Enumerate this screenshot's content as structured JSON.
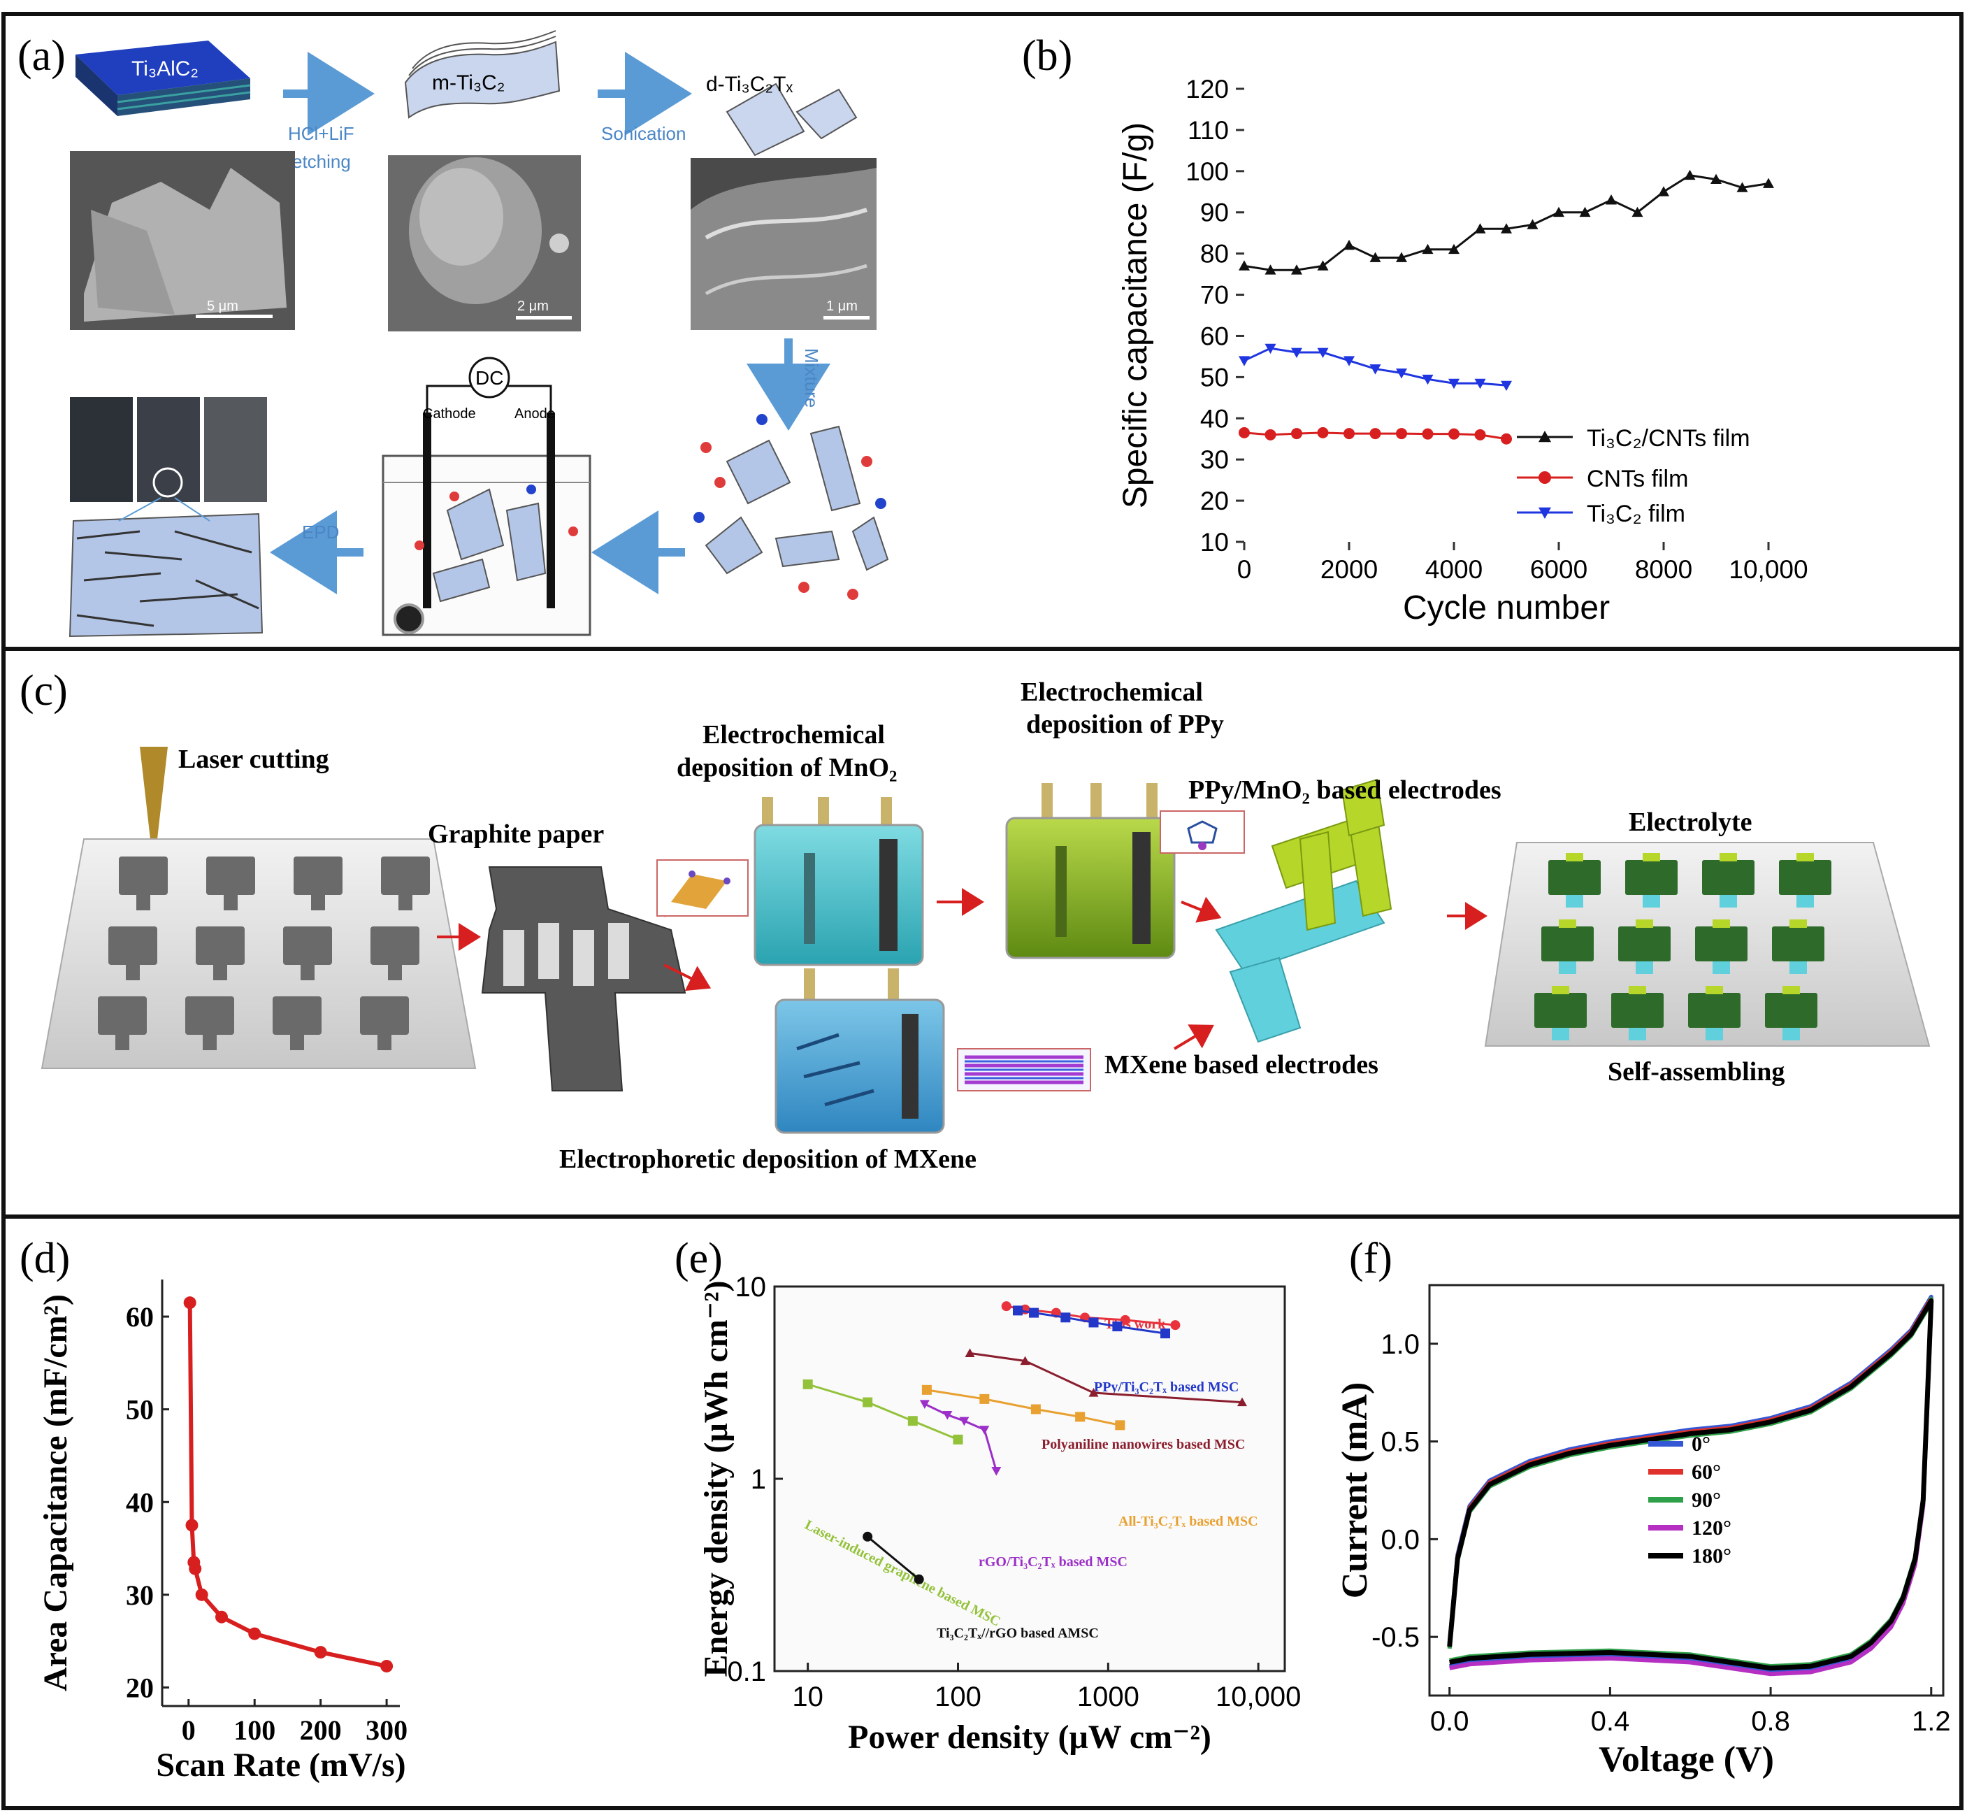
{
  "panels": {
    "a": {
      "label": "(a)",
      "block_label": "Ti₃AlC₂",
      "m_label": "m-Ti₃C₂",
      "d_label": "d-Ti₃C₂Tₓ",
      "etch_1": "HCl+LiF",
      "etch_2": "etching",
      "sonication": "Sonication",
      "mixture": "Mixture",
      "epd": "EPD",
      "dc": "DC",
      "cathode": "Cathode",
      "anode": "Anode",
      "scale_1": "5 μm",
      "scale_2": "2 μm",
      "scale_3": "1 μm"
    },
    "b": {
      "label": "(b)"
    },
    "c": {
      "label": "(c)",
      "laser_cutting": "Laser cutting",
      "graphite_paper": "Graphite paper",
      "mno2_1": "Electrochemical",
      "mno2_2": "deposition of MnO₂",
      "ppy_1": "Electrochemical",
      "ppy_2": "deposition of PPy",
      "ppy_mno2": "PPy/MnO₂ based electrodes",
      "electrolyte": "Electrolyte",
      "mxene_electrodes": "MXene based electrodes",
      "self_assembling": "Self-assembling",
      "epd_mxene": "Electrophoretic deposition of MXene"
    },
    "d": {
      "label": "(d)"
    },
    "e": {
      "label": "(e)"
    },
    "f": {
      "label": "(f)"
    }
  },
  "colors": {
    "arrow_blue": "#5b9bd5",
    "flake_fill": "#b4c6e7",
    "red": "#d81f1f",
    "blue_series": "#1f35e0",
    "teal_liquid": "#48c2cc",
    "green_liquid": "#8fbf1f",
    "lime_electrode": "#b6d62a",
    "cyan_electrode": "#5fd0dc"
  },
  "chart_data": [
    {
      "panel": "b",
      "type": "line",
      "xlabel": "Cycle number",
      "ylabel": "Specific capacitance (F/g)",
      "xlim": [
        0,
        10000
      ],
      "ylim": [
        10,
        120
      ],
      "xticks": [
        "0",
        "2000",
        "4000",
        "6000",
        "8000",
        "10,000"
      ],
      "yticks": [
        "10",
        "20",
        "30",
        "40",
        "50",
        "60",
        "70",
        "80",
        "90",
        "100",
        "110",
        "120"
      ],
      "legend_position": "center-right",
      "series": [
        {
          "name": "Ti₃C₂/CNTs film",
          "color": "#111111",
          "marker": "triangle-up",
          "x": [
            0,
            500,
            1000,
            1500,
            2000,
            2500,
            3000,
            3500,
            4000,
            4500,
            5000,
            5500,
            6000,
            6500,
            7000,
            7500,
            8000,
            8500,
            9000,
            9500,
            10000
          ],
          "y": [
            77,
            76,
            76,
            77,
            82,
            79,
            79,
            81,
            81,
            86,
            86,
            87,
            90,
            90,
            93,
            90,
            95,
            99,
            98,
            96,
            97
          ]
        },
        {
          "name": "CNTs film",
          "color": "#d81f1f",
          "marker": "circle",
          "x": [
            0,
            500,
            1000,
            1500,
            2000,
            2500,
            3000,
            3500,
            4000,
            4500,
            5000
          ],
          "y": [
            36.5,
            36,
            36.3,
            36.5,
            36.3,
            36.3,
            36.3,
            36.2,
            36.2,
            36,
            35
          ]
        },
        {
          "name": "Ti₃C₂ film",
          "color": "#1f35e0",
          "marker": "triangle-down",
          "x": [
            0,
            500,
            1000,
            1500,
            2000,
            2500,
            3000,
            3500,
            4000,
            4500,
            5000
          ],
          "y": [
            54,
            57,
            56,
            56,
            54,
            52,
            51,
            49.5,
            48.5,
            48.5,
            48
          ]
        }
      ]
    },
    {
      "panel": "d",
      "type": "line",
      "xlabel": "Scan Rate (mV/s)",
      "ylabel": "Area Capacitance (mF/cm²)",
      "xlim": [
        -40,
        320
      ],
      "ylim": [
        18,
        64
      ],
      "xticks": [
        "0",
        "100",
        "200",
        "300"
      ],
      "yticks": [
        "20",
        "30",
        "40",
        "50",
        "60"
      ],
      "series": [
        {
          "color": "#d81f1f",
          "marker": "circle",
          "x": [
            2,
            5,
            8,
            10,
            20,
            50,
            100,
            200,
            300
          ],
          "y": [
            61.5,
            37.5,
            33.5,
            32.8,
            30,
            27.6,
            25.8,
            23.8,
            22.3
          ]
        }
      ]
    },
    {
      "panel": "e",
      "type": "scatter",
      "xlabel": "Power density (μW cm⁻²)",
      "ylabel": "Energy density (μWh cm⁻²)",
      "x_scale": "log",
      "y_scale": "log",
      "xlim": [
        6,
        15000
      ],
      "ylim": [
        0.1,
        10
      ],
      "xticks": [
        "10",
        "100",
        "1000",
        "10,000"
      ],
      "yticks": [
        "0.1",
        "1",
        "10"
      ],
      "series": [
        {
          "name": "This work",
          "color": "#e8323c",
          "marker": "circle",
          "x": [
            210,
            280,
            450,
            700,
            1300,
            2800
          ],
          "y": [
            7.9,
            7.6,
            7.3,
            6.9,
            6.7,
            6.3
          ]
        },
        {
          "name": "PPy/Ti₃C₂Tₓ based MSC",
          "color": "#2338c8",
          "marker": "square",
          "x": [
            250,
            320,
            520,
            800,
            1150,
            2400
          ],
          "y": [
            7.5,
            7.3,
            6.9,
            6.5,
            6.2,
            5.7
          ]
        },
        {
          "name": "Polyaniline nanowires based MSC",
          "color": "#8b1e2e",
          "marker": "triangle",
          "x": [
            120,
            280,
            800,
            7800
          ],
          "y": [
            4.5,
            4.1,
            2.8,
            2.5
          ]
        },
        {
          "name": "All-Ti₃C₂Tₓ based MSC",
          "color": "#e8a030",
          "marker": "square",
          "x": [
            62,
            150,
            330,
            650,
            1200
          ],
          "y": [
            2.9,
            2.6,
            2.3,
            2.1,
            1.9
          ]
        },
        {
          "name": "rGO/Ti₃C₂Tₓ based MSC",
          "color": "#9b2fc7",
          "marker": "triangle-down",
          "x": [
            60,
            85,
            110,
            150,
            180
          ],
          "y": [
            2.45,
            2.15,
            2.0,
            1.8,
            1.1
          ]
        },
        {
          "name": "Laser-induced graphene based MSC",
          "color": "#93c23a",
          "marker": "square",
          "x": [
            10,
            25,
            50,
            100
          ],
          "y": [
            3.1,
            2.5,
            2.0,
            1.6
          ]
        },
        {
          "name": "Ti₃C₂Tₓ//rGO based AMSC",
          "color": "#111111",
          "marker": "circle",
          "x": [
            25,
            55
          ],
          "y": [
            0.5,
            0.3
          ]
        }
      ]
    },
    {
      "panel": "f",
      "type": "line",
      "xlabel": "Voltage (V)",
      "ylabel": "Current (mA)",
      "xlim": [
        -0.05,
        1.23
      ],
      "ylim": [
        -0.8,
        1.3
      ],
      "xticks": [
        "0.0",
        "0.4",
        "0.8",
        "1.2"
      ],
      "yticks": [
        "-0.5",
        "0.0",
        "0.5",
        "1.0"
      ],
      "legend_position": "center-right",
      "series": [
        {
          "name": "0°",
          "color": "#3457d5"
        },
        {
          "name": "60°",
          "color": "#e0322c"
        },
        {
          "name": "90°",
          "color": "#2fa04a"
        },
        {
          "name": "120°",
          "color": "#b52fc2"
        },
        {
          "name": "180°",
          "color": "#000000"
        }
      ],
      "cv_loop": {
        "upper_v": [
          0.0,
          0.02,
          0.05,
          0.1,
          0.2,
          0.3,
          0.4,
          0.5,
          0.6,
          0.7,
          0.8,
          0.9,
          1.0,
          1.1,
          1.15,
          1.2
        ],
        "upper_i": [
          -0.55,
          -0.1,
          0.15,
          0.28,
          0.38,
          0.44,
          0.48,
          0.51,
          0.54,
          0.56,
          0.6,
          0.66,
          0.78,
          0.95,
          1.05,
          1.22
        ],
        "lower_v": [
          1.2,
          1.19,
          1.18,
          1.16,
          1.13,
          1.1,
          1.05,
          1.0,
          0.9,
          0.8,
          0.7,
          0.6,
          0.4,
          0.2,
          0.05,
          0.0
        ],
        "lower_i": [
          1.22,
          0.7,
          0.2,
          -0.1,
          -0.3,
          -0.42,
          -0.53,
          -0.6,
          -0.65,
          -0.66,
          -0.63,
          -0.6,
          -0.58,
          -0.59,
          -0.61,
          -0.63
        ]
      }
    }
  ]
}
